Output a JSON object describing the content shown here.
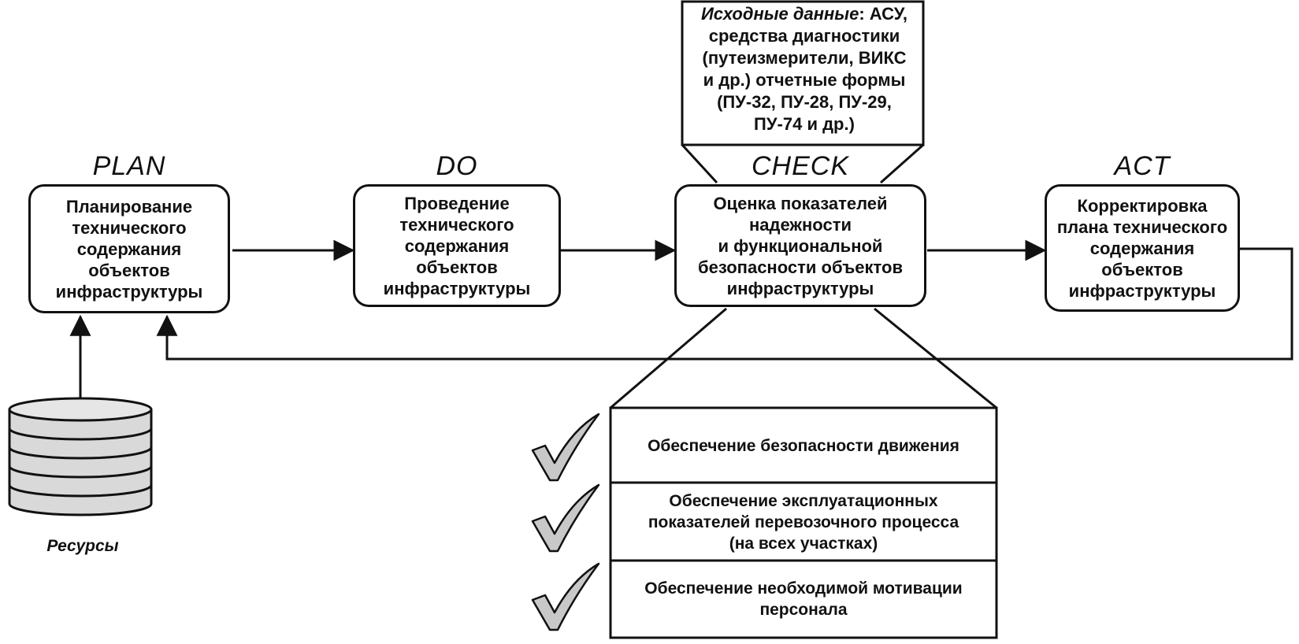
{
  "stages": [
    {
      "id": "plan",
      "title": "PLAN",
      "text": "Планирование\nтехнического\nсодержания\nобъектов\nинфраструктуры"
    },
    {
      "id": "do",
      "title": "DO",
      "text": "Проведение\nтехнического\nсодержания\nобъектов\nинфраструктуры"
    },
    {
      "id": "check",
      "title": "CHECK",
      "text": "Оценка показателей\nнадежности\nи функциональной\nбезопасности объектов\nинфраструктуры"
    },
    {
      "id": "act",
      "title": "ACT",
      "text": "Корректировка\nплана технического\nсодержания\nобъектов\nинфраструктуры"
    }
  ],
  "input_data": {
    "label": "Исходные данные",
    "text_line1": ": АСУ,",
    "text_rest": "средства диагностики\n(путеизмерители, ВИКС\nи др.) отчетные формы\n(ПУ-32, ПУ-28, ПУ-29,\nПУ-74 и др.)"
  },
  "resources": {
    "label": "Ресурсы"
  },
  "goals": [
    {
      "text": "Обеспечение безопасности движения"
    },
    {
      "text": "Обеспечение эксплуатационных\nпоказателей перевозочного процесса\n(на всех участках)"
    },
    {
      "text": "Обеспечение необходимой мотивации\nперсонала"
    }
  ],
  "icons": [
    "database-icon",
    "checkmark-icon"
  ],
  "colors": {
    "line": "#111111",
    "checkmark_fill": "#c8c8c8",
    "disk_fill": "#d9d9d9"
  }
}
